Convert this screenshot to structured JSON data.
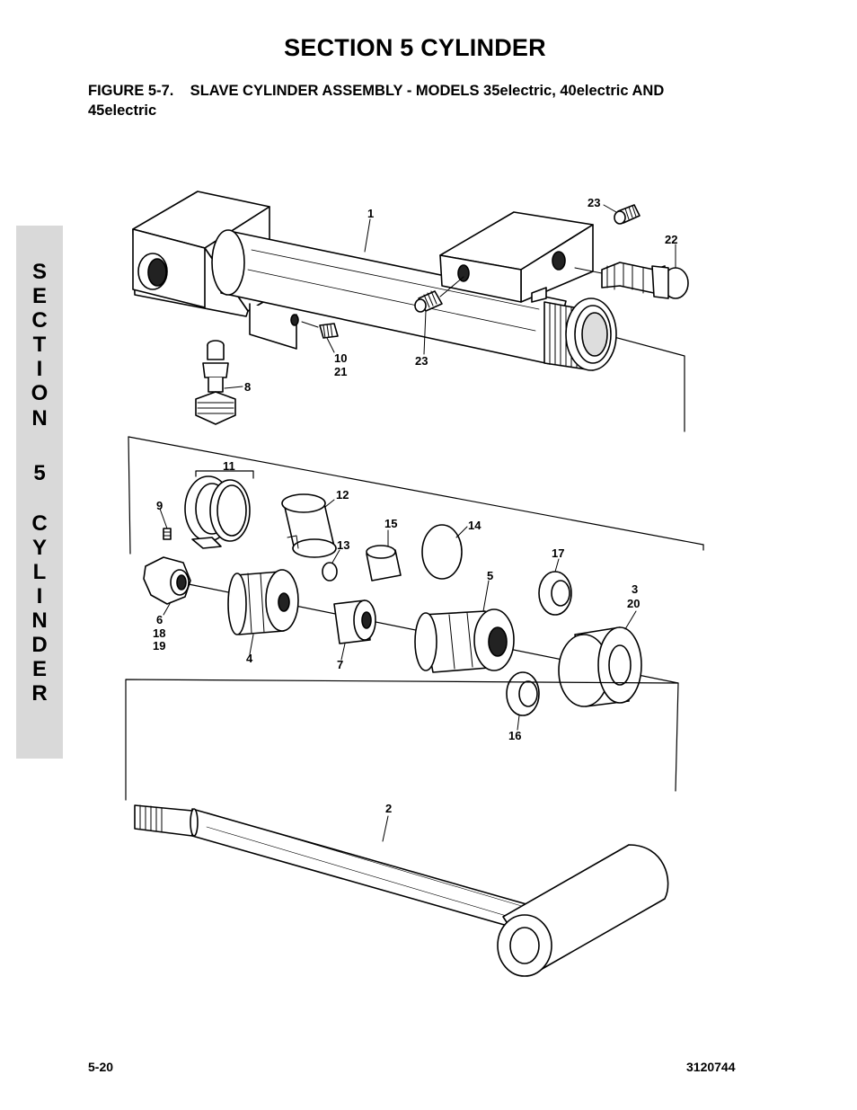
{
  "header": {
    "section_title": "SECTION 5 CYLINDER",
    "figure_title_line1": "FIGURE 5-7.    SLAVE CYLINDER ASSEMBLY - MODELS 35electric, 40electric AND",
    "figure_title_line2": "45electric"
  },
  "side_tab": {
    "letters": [
      "S",
      "E",
      "C",
      "T",
      "I",
      "O",
      "N",
      "5",
      "C",
      "Y",
      "L",
      "I",
      "N",
      "D",
      "E",
      "R"
    ]
  },
  "callouts": {
    "c1": "1",
    "c2": "2",
    "c3": "3",
    "c4": "4",
    "c5": "5",
    "c6": "6",
    "c7": "7",
    "c8": "8",
    "c9": "9",
    "c10": "10",
    "c11": "11",
    "c12": "12",
    "c13": "13",
    "c14": "14",
    "c15": "15",
    "c16": "16",
    "c17": "17",
    "c18": "18",
    "c19": "19",
    "c20": "20",
    "c21": "21",
    "c22": "22",
    "c23a": "23",
    "c23b": "23"
  },
  "footer": {
    "page_number": "5-20",
    "doc_number": "3120744"
  }
}
